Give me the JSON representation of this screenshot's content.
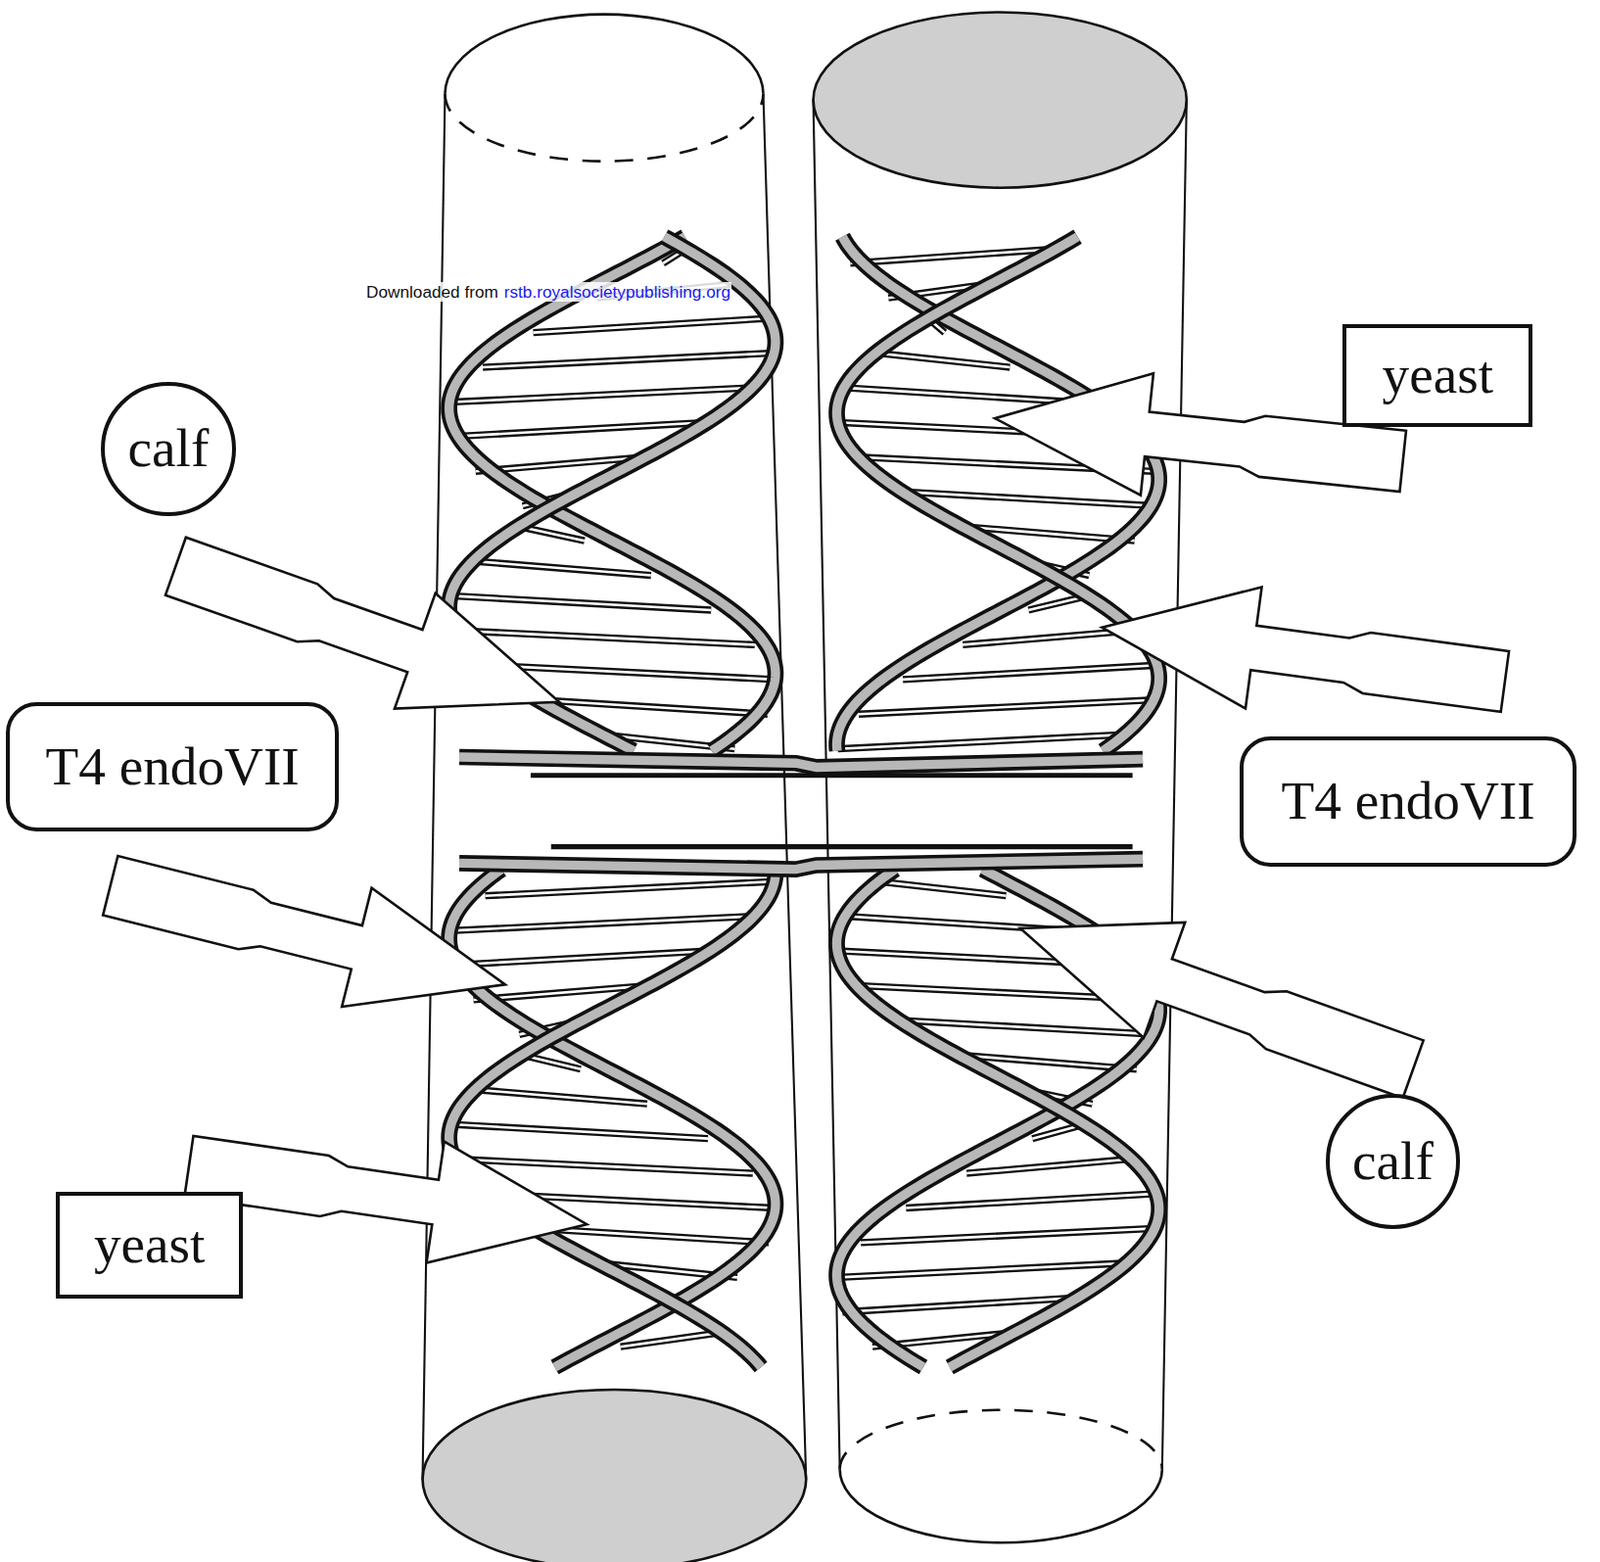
{
  "diagram": {
    "nodes": [
      {
        "text": [
          "yeast"
        ]
      },
      {
        "text": [
          "calf"
        ]
      },
      {
        "text": [
          "T4 endoVII"
        ]
      },
      {
        "text": [
          "T4 endoVII"
        ]
      },
      {
        "text": [
          "calf"
        ]
      },
      {
        "text": [
          "yeast"
        ]
      }
    ],
    "labels": [
      "Downloaded from",
      "rstb.royalsocietypublishing.org"
    ]
  }
}
